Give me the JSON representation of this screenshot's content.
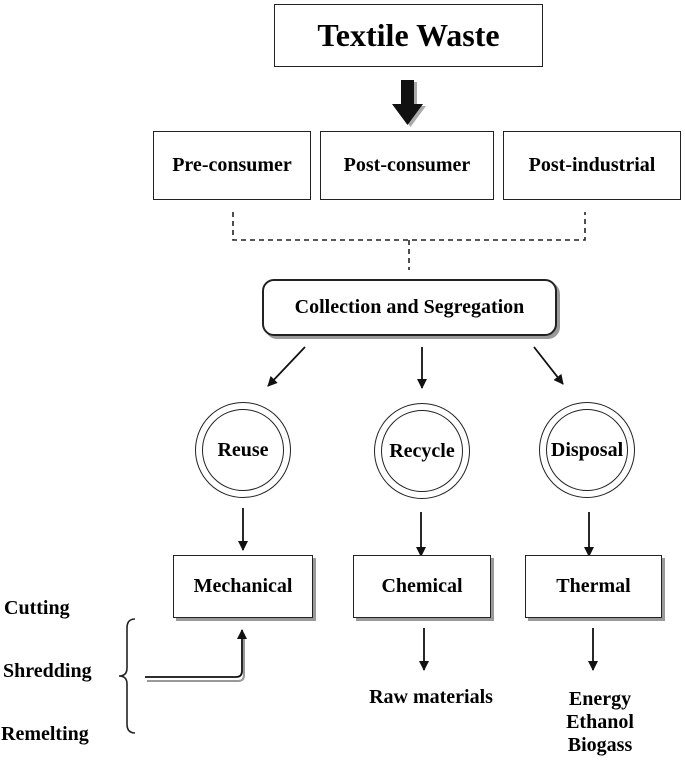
{
  "title": "Textile Waste",
  "sources": [
    "Pre-consumer",
    "Post-consumer",
    "Post-industrial"
  ],
  "collection": "Collection and Segregation",
  "options": [
    "Reuse",
    "Recycle",
    "Disposal"
  ],
  "processes": [
    "Mechanical",
    "Chemical",
    "Thermal"
  ],
  "mechanical_methods": [
    "Cutting",
    "Shredding",
    "Remelting"
  ],
  "outputs": {
    "chemical": "Raw materials",
    "thermal": [
      "Energy",
      "Ethanol",
      "Biogass"
    ]
  }
}
